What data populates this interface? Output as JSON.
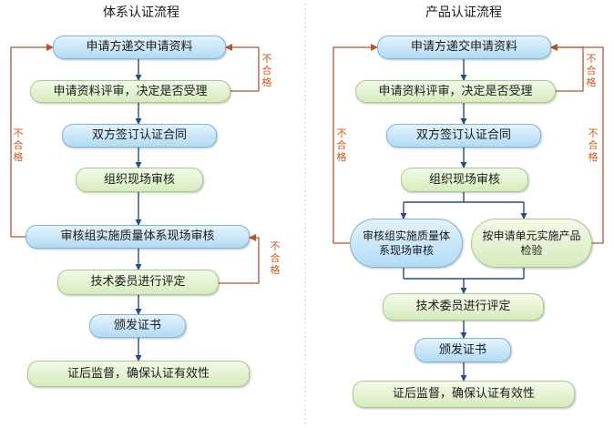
{
  "system": {
    "title": "体系认证流程",
    "steps": [
      "申请方递交申请资料",
      "申请资料评审，决定是否受理",
      "双方签订认证合同",
      "组织现场审核",
      "审核组实施质量体系现场审核",
      "技术委员进行评定",
      "颁发证书",
      "证后监督，确保认证有效性"
    ],
    "fail_labels": [
      "不合格",
      "不合格",
      "不合格"
    ]
  },
  "product": {
    "title": "产品认证流程",
    "steps": [
      "申请方递交申请资料",
      "申请资料评审，决定是否受理",
      "双方签订认证合同",
      "组织现场审核",
      "审核组实施质量体系现场审核",
      "按申请单元实施产品检验",
      "技术委员进行评定",
      "颁发证书",
      "证后监督，确保认证有效性"
    ],
    "fail_labels": [
      "不合格",
      "不合格",
      "不合格"
    ]
  },
  "colors": {
    "arrow": "#2a4a80",
    "fail_line": "#b5562a",
    "fail_text": "#c85a1e",
    "divider": "#cfcfcf",
    "blue_fill": "#c6e4f8",
    "green_fill": "#e3f1d2"
  }
}
